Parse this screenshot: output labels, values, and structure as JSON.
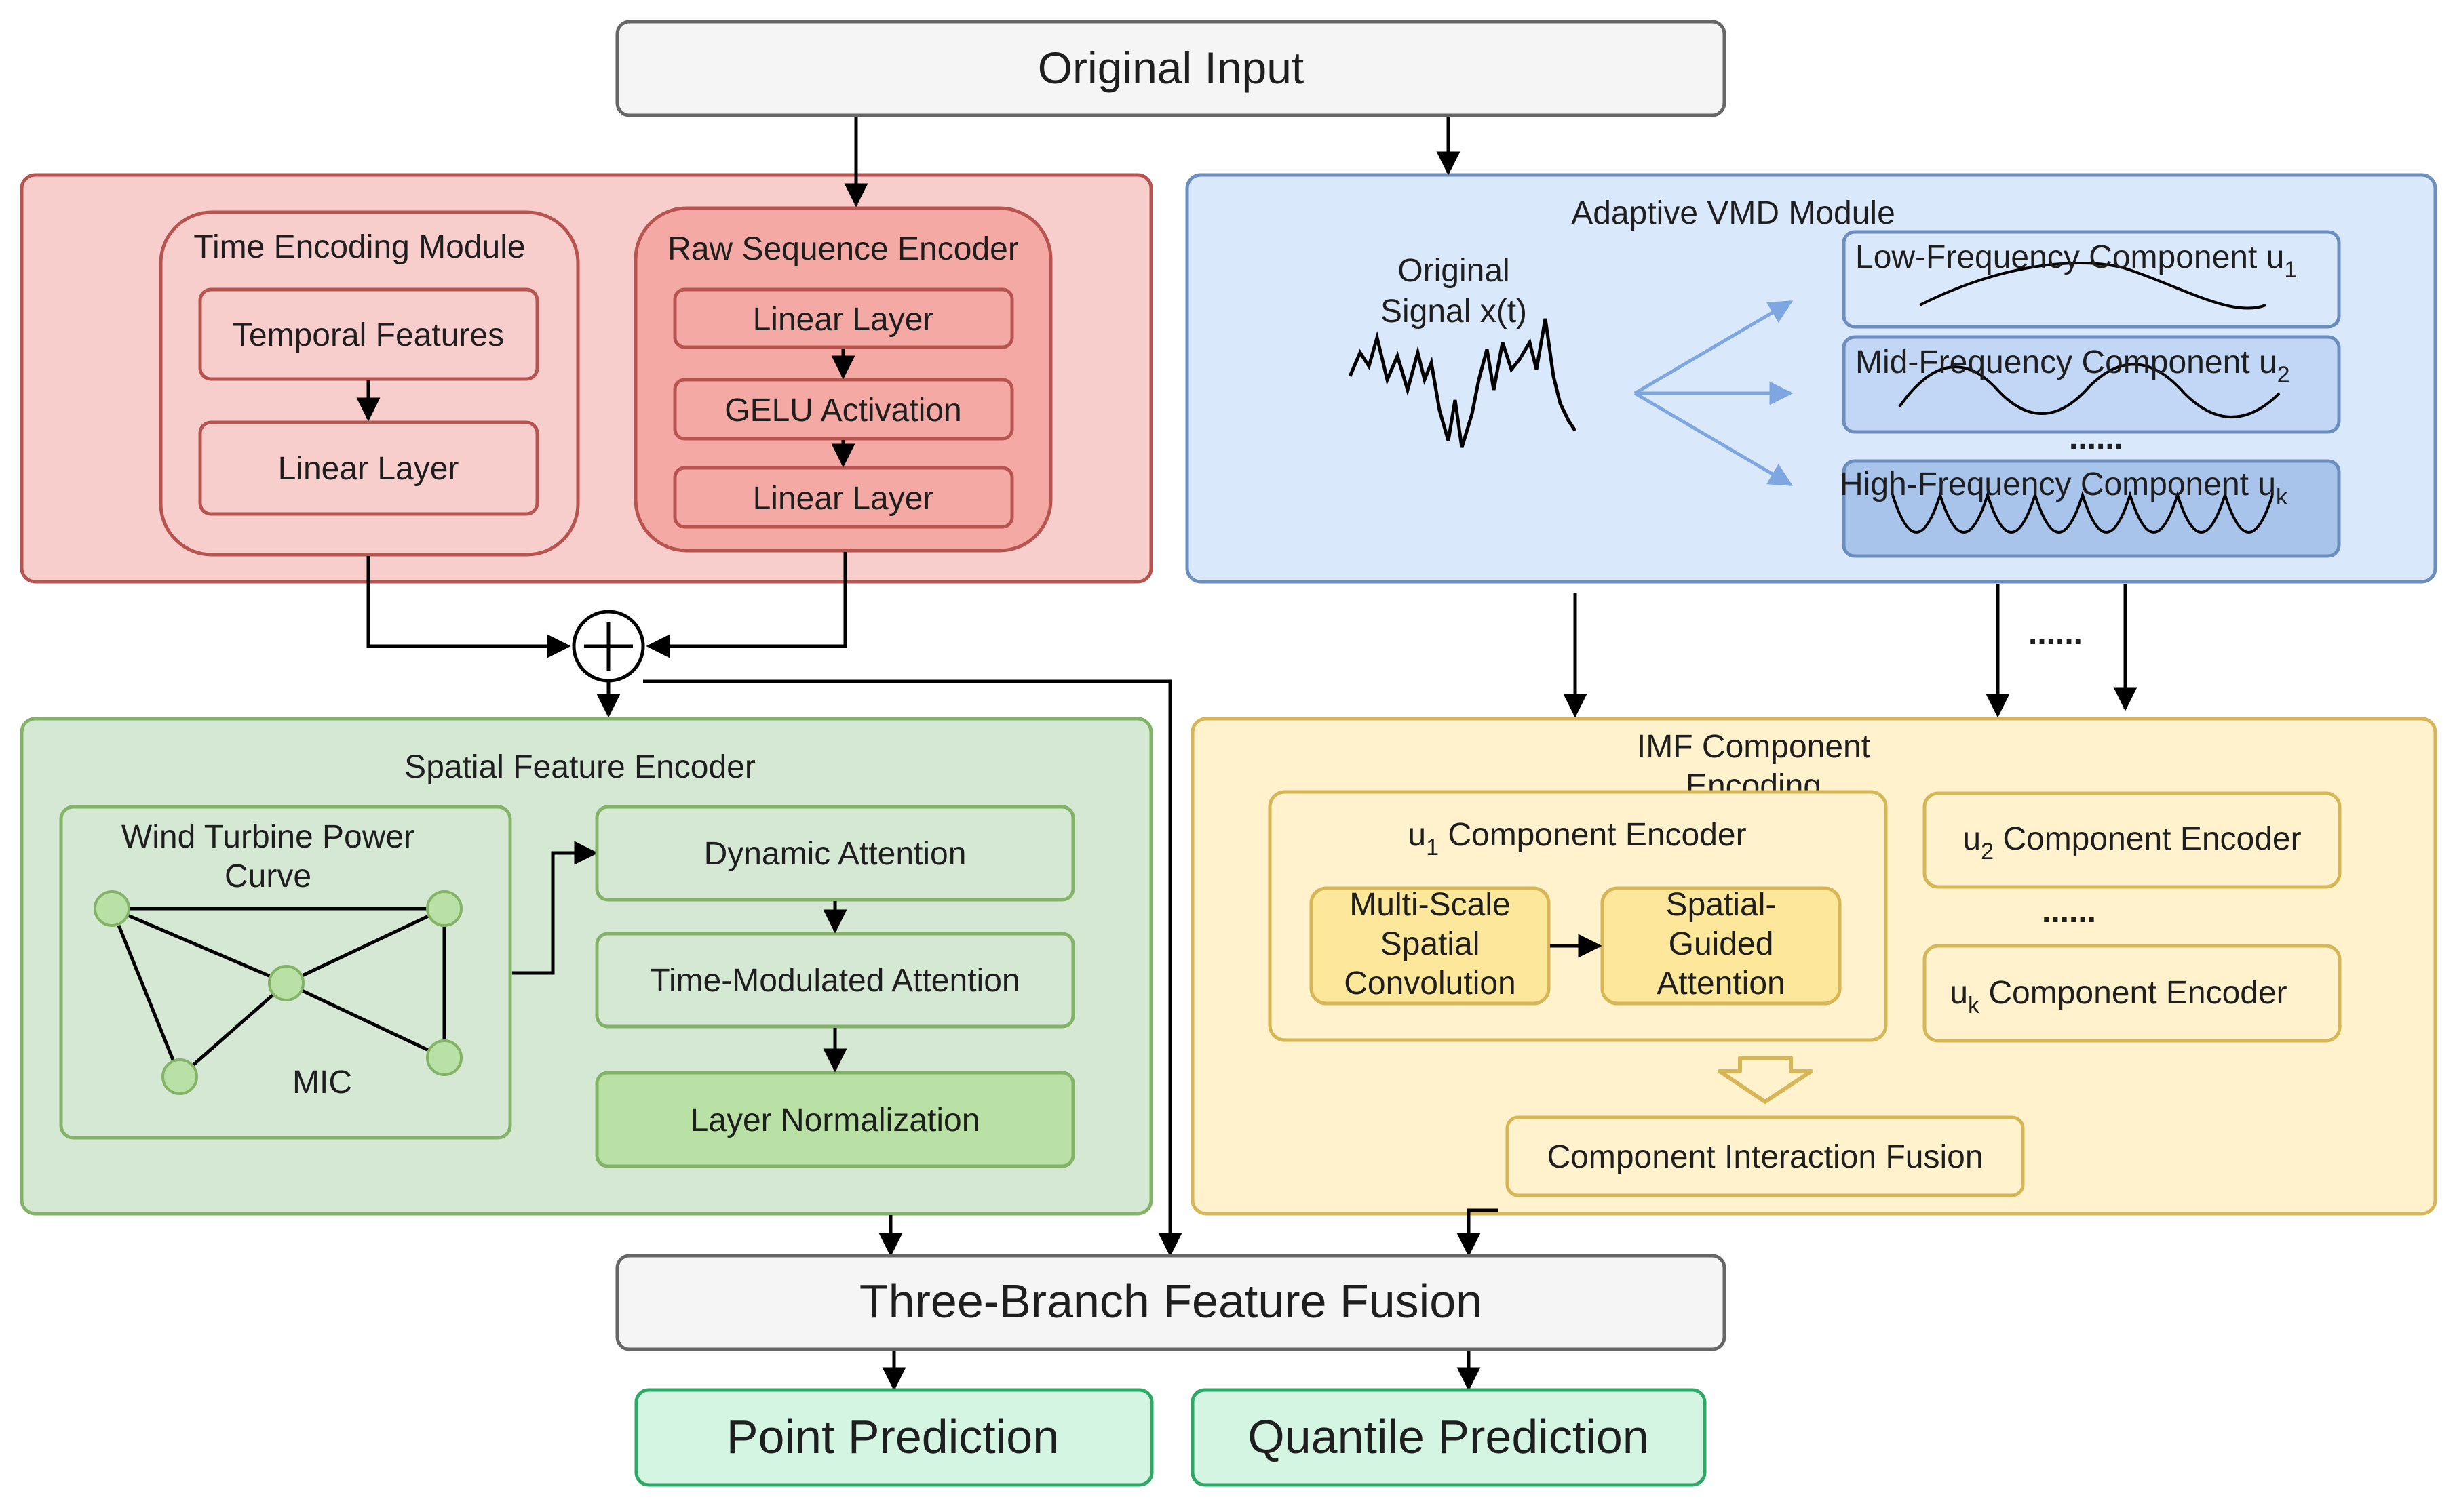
{
  "original_input": "Original Input",
  "time_encoding": {
    "title": "Time Encoding Module",
    "temporal_features": "Temporal Features",
    "linear_layer": "Linear Layer"
  },
  "raw_sequence": {
    "title": "Raw Sequence Encoder",
    "linear_layer_1": "Linear Layer",
    "gelu": "GELU Activation",
    "linear_layer_2": "Linear Layer"
  },
  "vmd": {
    "title": "Adaptive VMD Module",
    "signal_line1": "Original",
    "signal_line2": "Signal x(t)",
    "low_label": "Low-Frequency Component u",
    "low_sub": "1",
    "mid_label": "Mid-Frequency Component u",
    "mid_sub": "2",
    "high_label": "High-Frequency Component u",
    "high_sub": "k",
    "ellipsis": "......"
  },
  "between_ellipsis": "......",
  "spatial": {
    "title": "Spatial Feature Encoder",
    "curve_line1": "Wind Turbine Power",
    "curve_line2": "Curve",
    "mic": "MIC",
    "dynamic_attention": "Dynamic Attention",
    "time_modulated": "Time-Modulated Attention",
    "layer_norm": "Layer Normalization"
  },
  "imf": {
    "title_line1": "IMF Component",
    "title_line2": "Encoding",
    "u1_prefix": "u",
    "u1_sub": "1",
    "u1_suffix": " Component Encoder",
    "msc_line1": "Multi-Scale",
    "msc_line2": "Spatial",
    "msc_line3": "Convolution",
    "sga_line1": "Spatial-",
    "sga_line2": "Guided",
    "sga_line3": "Attention",
    "u2_prefix": "u",
    "u2_sub": "2",
    "u2_suffix": " Component Encoder",
    "ellipsis": "......",
    "uk_prefix": "u",
    "uk_sub": "k",
    "uk_suffix": " Component Encoder",
    "fusion": "Component Interaction Fusion"
  },
  "three_branch": "Three-Branch Feature Fusion",
  "point_prediction": "Point Prediction",
  "quantile_prediction": "Quantile Prediction",
  "colors": {
    "red_bg": "#f8cecc",
    "red_border": "#b85450",
    "red_inner": "#f5a9a5",
    "blue_bg": "#dae8fc",
    "blue_border": "#6c8ebf",
    "blue_comp": "#c2d6f5",
    "green_bg": "#d5e8d4",
    "green_border": "#82b366",
    "green_node": "#b9e0a5",
    "yellow_bg": "#fff2cc",
    "yellow_border": "#d6b656",
    "yellow_inner": "#fde79a",
    "grey_bg": "#f5f5f5",
    "grey_border": "#666666",
    "teal_bg": "#d5f5e3",
    "teal_border": "#2fa866"
  }
}
